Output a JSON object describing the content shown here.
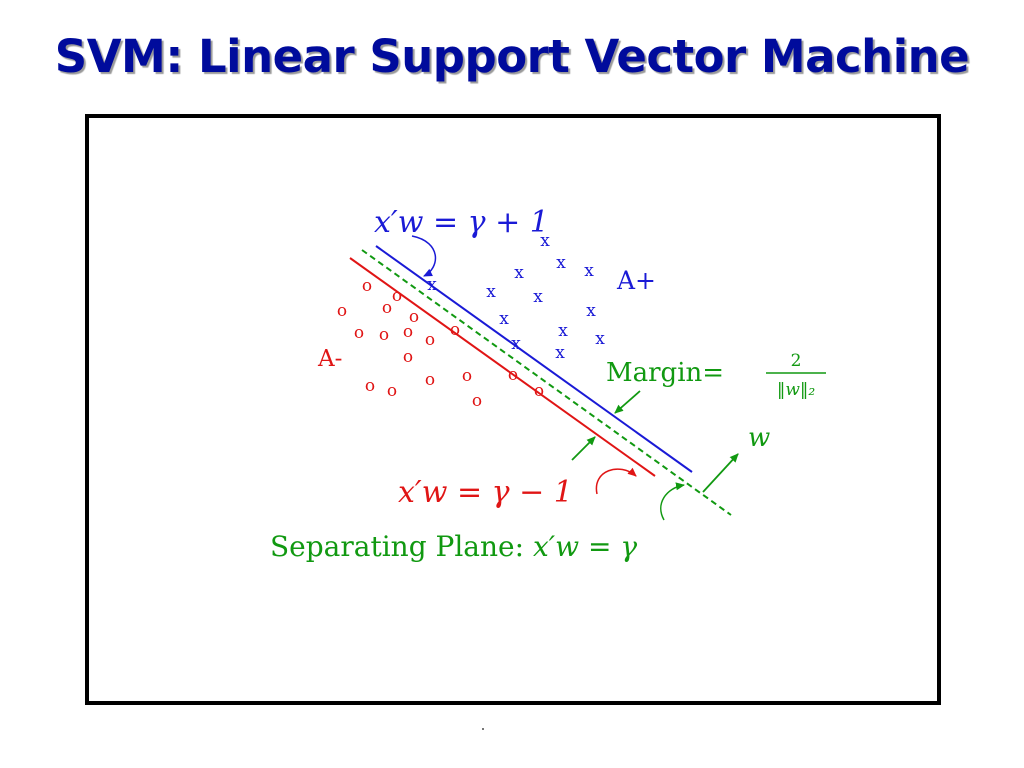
{
  "slide": {
    "title": "SVM: Linear Support Vector Machine"
  },
  "colors": {
    "title": "#000b9c",
    "positive_class": "#1a1ad6",
    "negative_class": "#e01515",
    "separating_plane": "#119911",
    "frame_border": "#000000"
  },
  "labels": {
    "upper_plane_eq": "x′w = γ + 1",
    "lower_plane_eq": "x′w = γ − 1",
    "class_pos": "A+",
    "class_neg": "A-",
    "margin_label": "Margin=",
    "margin_numerator": "2",
    "margin_denominator": "‖w‖₂",
    "normal_vector": "w",
    "separating_plane_prefix": "Separating Plane: ",
    "separating_plane_eq": "x′w = γ"
  },
  "markers": {
    "pos_symbol": "x",
    "neg_symbol": "o"
  }
}
